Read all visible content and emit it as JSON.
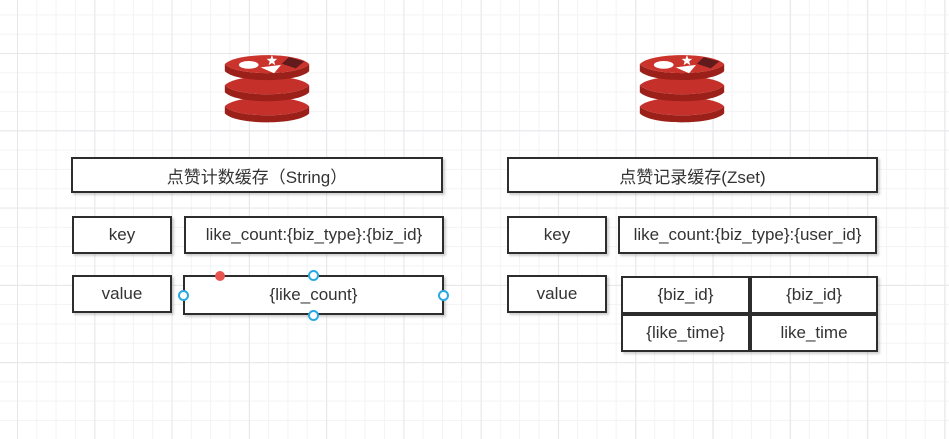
{
  "canvas": {
    "background": "#ffffff",
    "grid_minor_color": "#f3f3f5",
    "grid_major_color": "#e7e7ea"
  },
  "colors": {
    "shape_border": "#2d2d2d",
    "shape_fill": "#ffffff",
    "text": "#333333",
    "selection_handle_blue": "#29a9e1",
    "selection_dot_red": "#e85450",
    "redis_red": "#c6302b",
    "redis_dark_red": "#9a2019",
    "redis_hole_dark": "#621b1c"
  },
  "left_panel": {
    "icon": "redis-logo",
    "title": "点赞计数缓存（String）",
    "key_label": "key",
    "key_value": "like_count:{biz_type}:{biz_id}",
    "value_label": "value",
    "value_value": "{like_count}",
    "value_selected": true
  },
  "right_panel": {
    "icon": "redis-logo",
    "title": "点赞记录缓存(Zset)",
    "key_label": "key",
    "key_value": "like_count:{biz_type}:{user_id}",
    "value_label": "value",
    "value_table": {
      "rows": [
        [
          "{biz_id}",
          "{biz_id}"
        ],
        [
          "{like_time}",
          "like_time"
        ]
      ]
    }
  }
}
